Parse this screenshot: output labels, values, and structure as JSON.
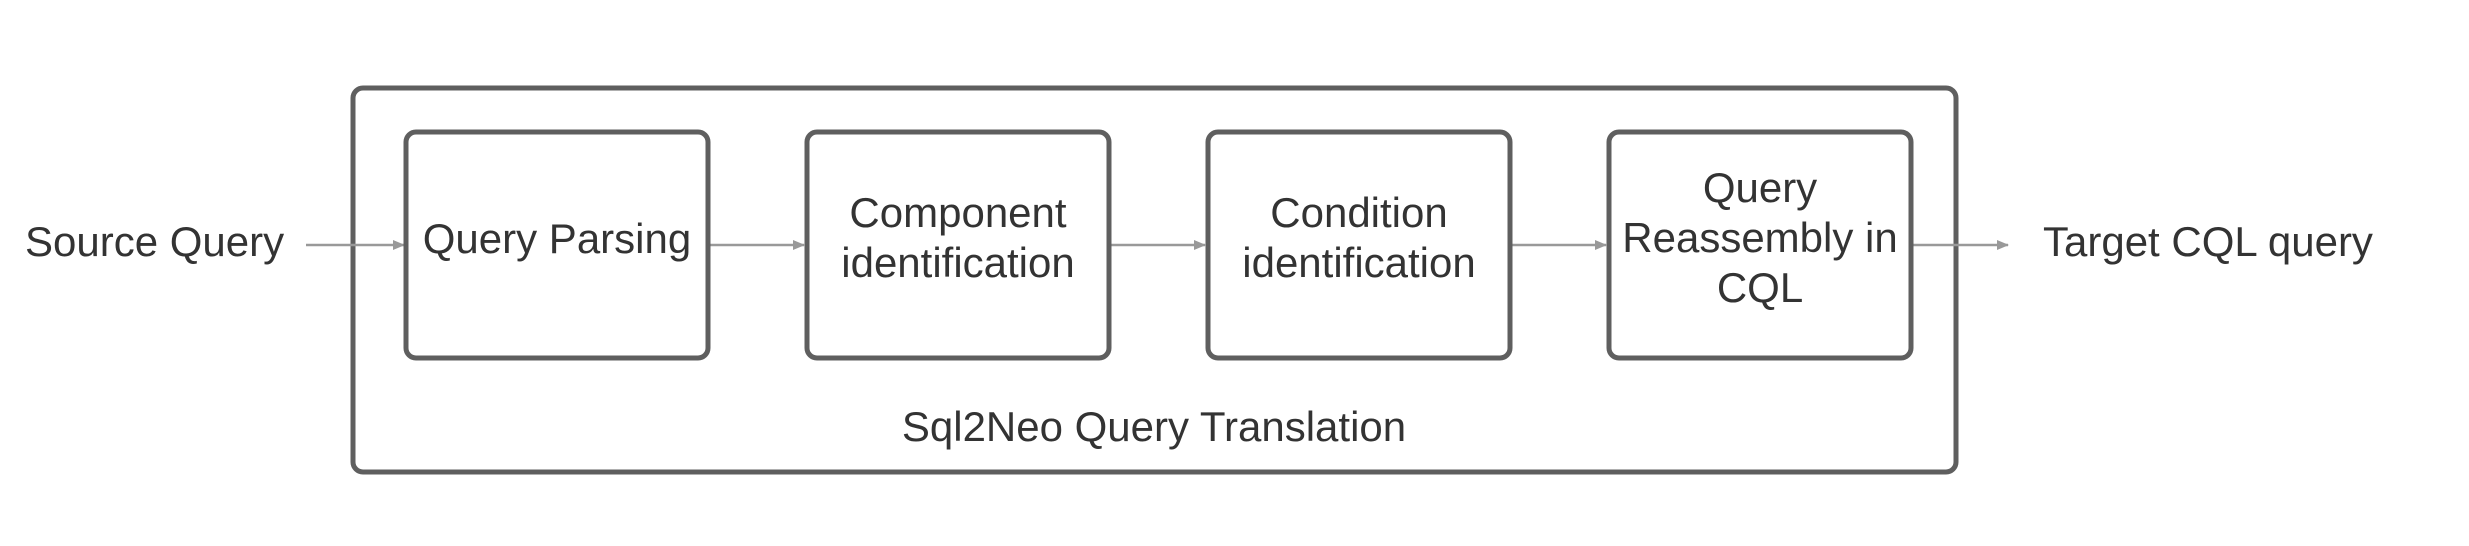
{
  "input": {
    "label": "Source Query"
  },
  "output": {
    "label": "Target CQL query"
  },
  "container": {
    "label": "Sql2Neo Query Translation"
  },
  "steps": [
    {
      "lines": [
        "Query Parsing"
      ]
    },
    {
      "lines": [
        "Component",
        "identification"
      ]
    },
    {
      "lines": [
        "Condition",
        "identification"
      ]
    },
    {
      "lines": [
        "Query",
        "Reassembly in",
        "CQL"
      ]
    }
  ],
  "colors": {
    "box_stroke": "#5f5f5f",
    "arrow": "#999999",
    "text": "#333333"
  }
}
